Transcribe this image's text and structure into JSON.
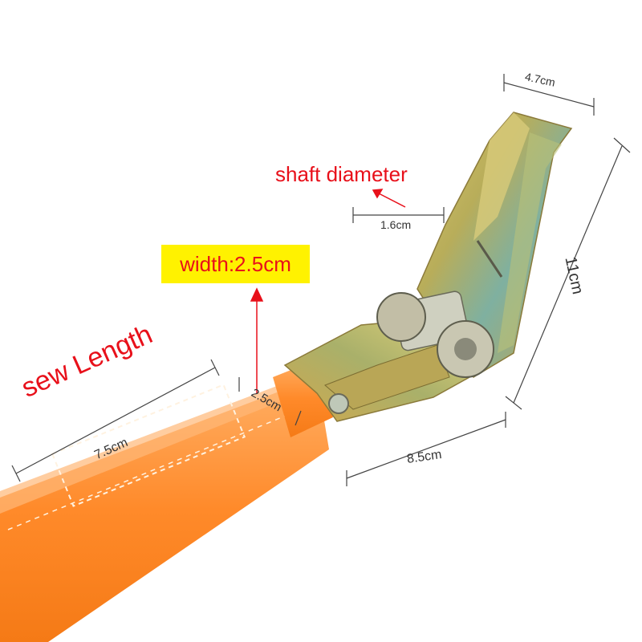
{
  "labels": {
    "sew_length": "sew Length",
    "shaft_diameter": "shaft diameter",
    "width": "width:2.5cm"
  },
  "dimensions": {
    "handle_width": "4.7cm",
    "shaft": "1.6cm",
    "height": "11cm",
    "base_length": "8.5cm",
    "sew_length": "7.5cm",
    "strap_width": "2.5cm"
  },
  "colors": {
    "annotation_red": "#e8101a",
    "highlight_yellow": "#fff200",
    "strap_orange": "#ff8a2a",
    "metal_gold": "#c9b35a",
    "metal_teal": "#6fa89a"
  }
}
